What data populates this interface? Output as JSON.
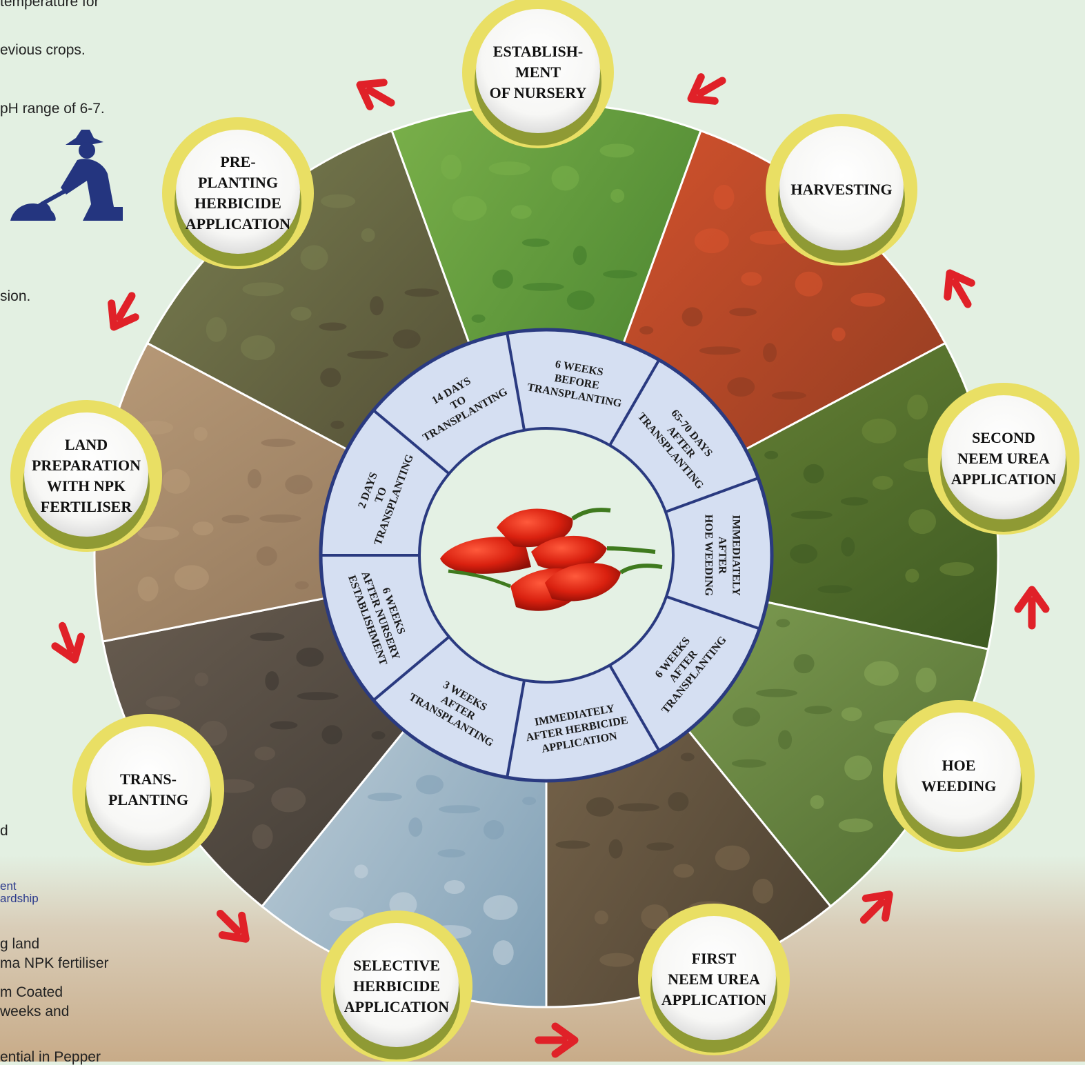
{
  "left_text_fragments": [
    "temperature for",
    "evious crops.",
    "pH range of 6-7.",
    "sion.",
    "d",
    "ent",
    "ardship",
    "g land",
    "ma NPK fertiliser",
    "m Coated",
    "weeks and",
    "ential in Pepper"
  ],
  "stages": [
    "ESTABLISH-\nMENT\nOF NURSERY",
    "HARVESTING",
    "SECOND\nNEEM UREA\nAPPLICATION",
    "HOE\nWEEDING",
    "FIRST\nNEEM UREA\nAPPLICATION",
    "SELECTIVE\nHERBICIDE\nAPPLICATION",
    "TRANS-\nPLANTING",
    "LAND\nPREPARATION\nWITH NPK\nFERTILISER",
    "PRE-\nPLANTING\nHERBICIDE\nAPPLICATION"
  ],
  "timings": [
    "6 WEEKS\nBEFORE\nTRANSPLANTING",
    "65-70 DAYS\nAFTER\nTRANSPLANTING",
    "IMMEDIATELY\nAFTER\nHOE WEEDING",
    "6 WEEKS\nAFTER\nTRANSPLANTING",
    "IMMEDIATELY\nAFTER HERBICIDE\nAPPLICATION",
    "3 WEEKS\nAFTER\nTRANSPLANTING",
    "6 WEEKS\nAFTER NURSERY\nESTABLISHMENT",
    "2 DAYS\nTO\nTRANSPLANTING",
    "14 DAYS\nTO\nTRANSPLANTING"
  ],
  "photo_subjects": [
    "nursery-seedlings-photo",
    "harvested-peppers-photo",
    "urea-application-photo",
    "hoe-weeding-photo",
    "fertiliser-in-hand-photo",
    "herbicide-spraying-photo",
    "transplanting-hands-photo",
    "land-preparation-photo",
    "field-clearing-photo"
  ],
  "icons": {
    "center": "red-peppers-icon",
    "farmer": "farmer-hoeing-icon",
    "arrow": "red-arrow-icon"
  },
  "colors": {
    "background": "#e3f0e2",
    "ring_fill": "#d5dff2",
    "ring_stroke": "#2a3a80",
    "badge_outer": "#e9df64",
    "badge_shadow": "#8f9a34",
    "arrow": "#e02128",
    "farmer_icon": "#24357f"
  }
}
